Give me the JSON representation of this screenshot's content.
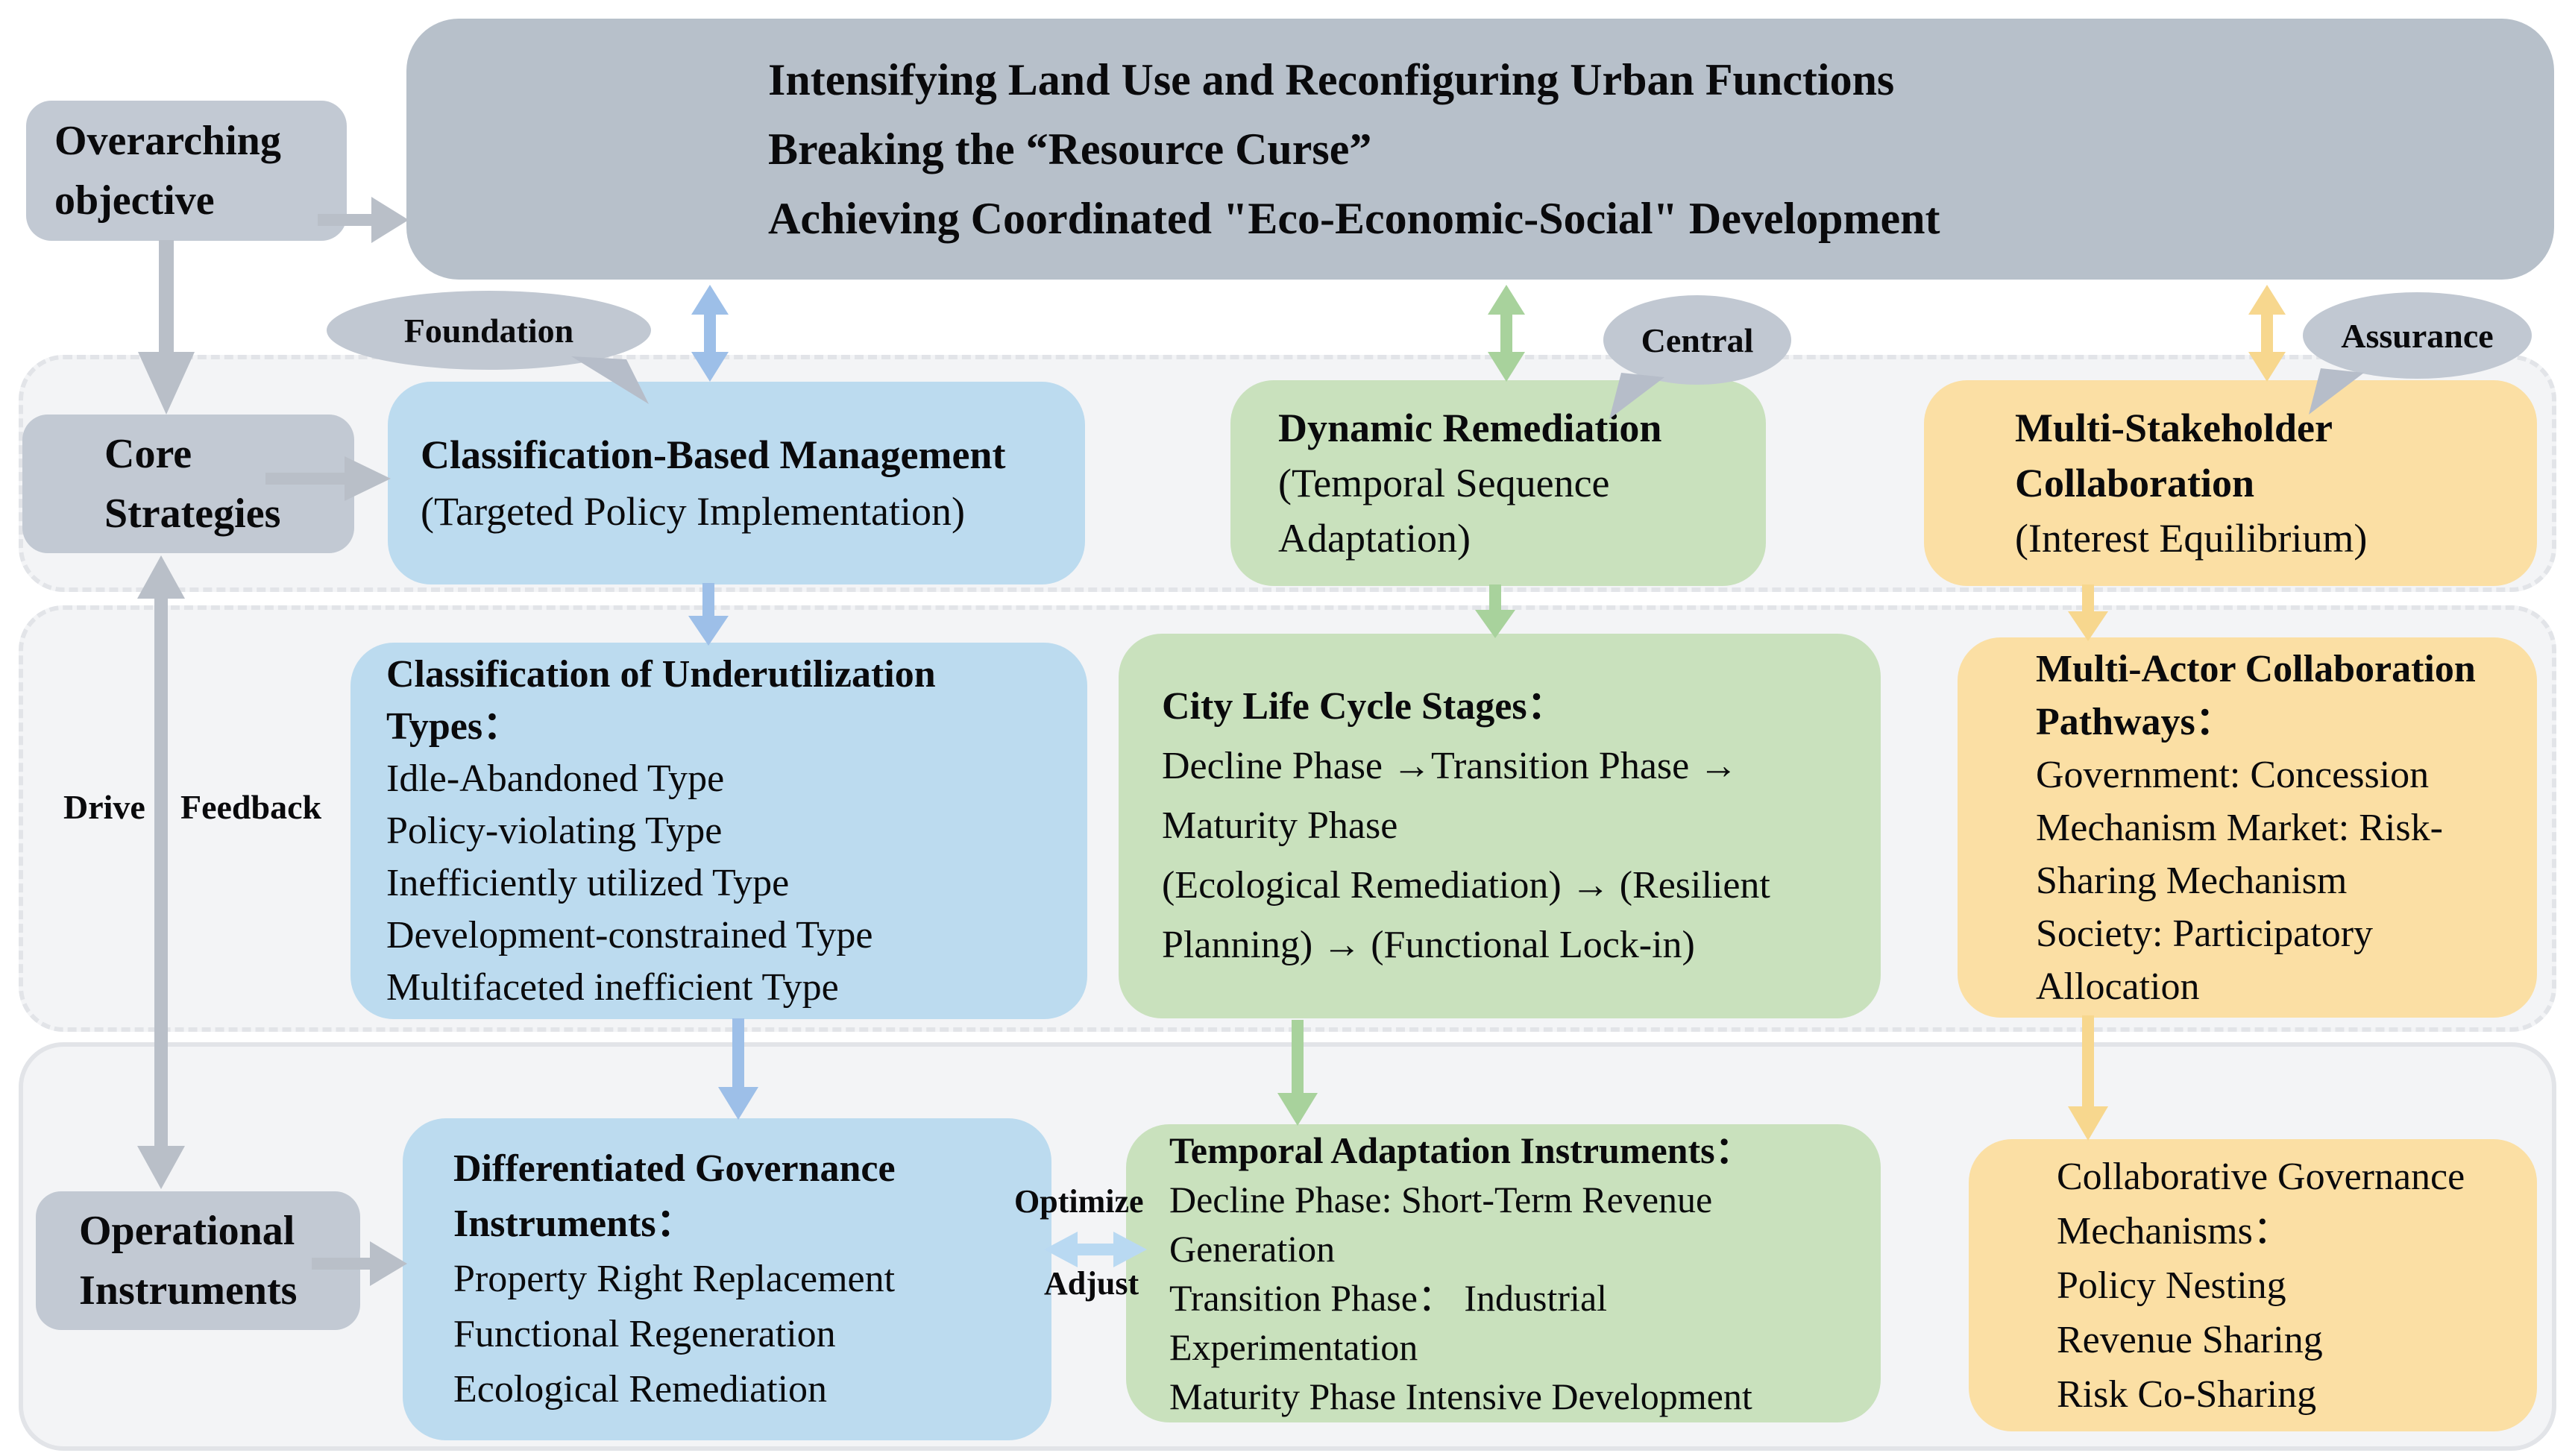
{
  "diagram_title_box": {
    "lines": [
      "Intensifying Land Use and Reconfiguring Urban Functions",
      "Breaking the “Resource Curse”",
      "Achieving Coordinated \"Eco-Economic-Social\" Development"
    ]
  },
  "left_column": {
    "overarching_objective": {
      "line1": "Overarching",
      "line2": "objective"
    },
    "core_strategies": {
      "line1": "Core",
      "line2": "Strategies"
    },
    "operational_instruments": {
      "line1": "Operational",
      "line2": "Instruments"
    },
    "drive_label": "Drive",
    "feedback_label": "Feedback"
  },
  "bubbles": {
    "foundation": "Foundation",
    "central": "Central",
    "assurance": "Assurance"
  },
  "row1": {
    "blue": {
      "title": "Classification-Based Management",
      "subtitle": "(Targeted Policy Implementation)"
    },
    "green": {
      "title": "Dynamic Remediation",
      "sub1": "(Temporal Sequence",
      "sub2": "Adaptation)"
    },
    "yellow": {
      "title1": "Multi-Stakeholder",
      "title2": "Collaboration",
      "subtitle": "(Interest Equilibrium)"
    }
  },
  "row2": {
    "blue": {
      "title1": "Classification of Underutilization",
      "title2": "Types：",
      "items": [
        "Idle-Abandoned Type",
        "Policy-violating Type",
        "Inefficiently utilized Type",
        "Development-constrained Type",
        "Multifaceted inefficient Type"
      ]
    },
    "green": {
      "title": "City Life Cycle Stages：",
      "lines": [
        "Decline Phase →Transition Phase →",
        "Maturity Phase",
        "(Ecological Remediation) → (Resilient",
        "Planning) → (Functional Lock-in)"
      ]
    },
    "yellow": {
      "title1": "Multi-Actor Collaboration",
      "title2": "Pathways：",
      "lines": [
        "Government: Concession",
        "Mechanism Market: Risk-",
        "Sharing Mechanism",
        "Society: Participatory",
        "Allocation"
      ]
    }
  },
  "row3": {
    "blue": {
      "title1": "Differentiated Governance",
      "title2": "Instruments：",
      "items": [
        "Property Right Replacement",
        "Functional Regeneration",
        "Ecological Remediation"
      ]
    },
    "green": {
      "title": "Temporal Adaptation Instruments：",
      "lines": [
        "Decline Phase: Short-Term Revenue",
        "Generation",
        "Transition Phase：  Industrial",
        "Experimentation",
        "Maturity Phase Intensive Development"
      ]
    },
    "yellow": {
      "lines": [
        "Collaborative Governance",
        "Mechanisms：",
        "Policy Nesting",
        "Revenue Sharing",
        "Risk Co-Sharing"
      ]
    }
  },
  "connector_labels": {
    "optimize": "Optimize",
    "adjust": "Adjust"
  },
  "colors": {
    "title_box_gray": "#b7c0ca",
    "label_box_gray": "#c2c9d3",
    "bubble_gray": "#c1c8d2",
    "blue_box": "#bcdbef",
    "green_box": "#c9e1bd",
    "yellow_box": "#fbdfa4",
    "blue_arrow": "#9dbfe8",
    "green_arrow": "#a8d29c",
    "yellow_arrow": "#f7d78e",
    "gray_arrow": "#b9bfc8",
    "light_blue_arrow": "#b9d9f2",
    "panel_bg": "#f3f4f6"
  }
}
